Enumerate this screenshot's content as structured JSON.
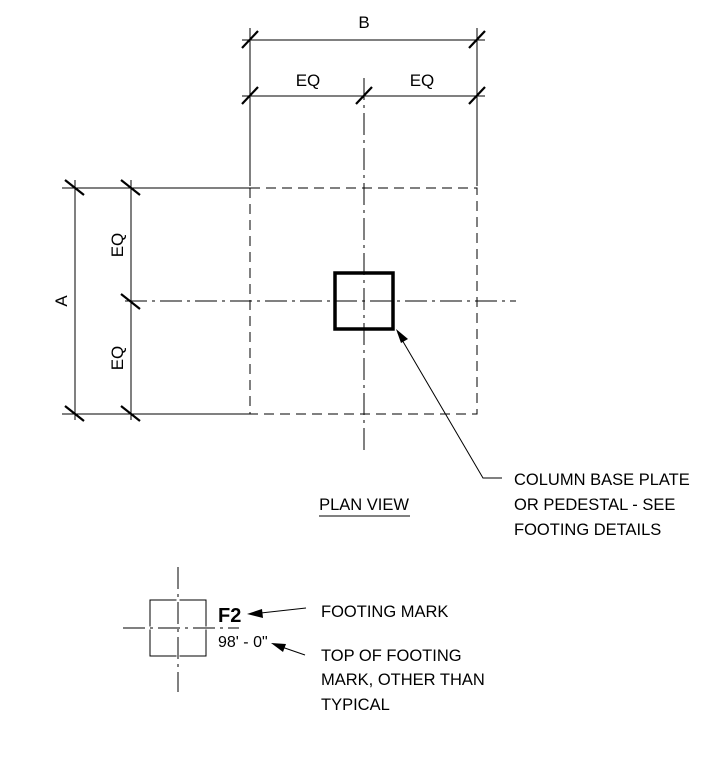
{
  "dimensions": {
    "overall_width": "B",
    "overall_length": "A",
    "half_width_left": "EQ",
    "half_width_right": "EQ",
    "half_length_top": "EQ",
    "half_length_bottom": "EQ"
  },
  "callouts": {
    "base_plate_line1": "COLUMN BASE PLATE",
    "base_plate_line2": "OR PEDESTAL - SEE",
    "base_plate_line3": "FOOTING DETAILS"
  },
  "view_title": "PLAN VIEW",
  "legend": {
    "footing_mark": "F2",
    "elevation": "98' - 0\"",
    "footing_mark_label": "FOOTING MARK",
    "top_of_footing_line1": "TOP OF FOOTING",
    "top_of_footing_line2": "MARK, OTHER THAN",
    "top_of_footing_line3": "TYPICAL"
  }
}
